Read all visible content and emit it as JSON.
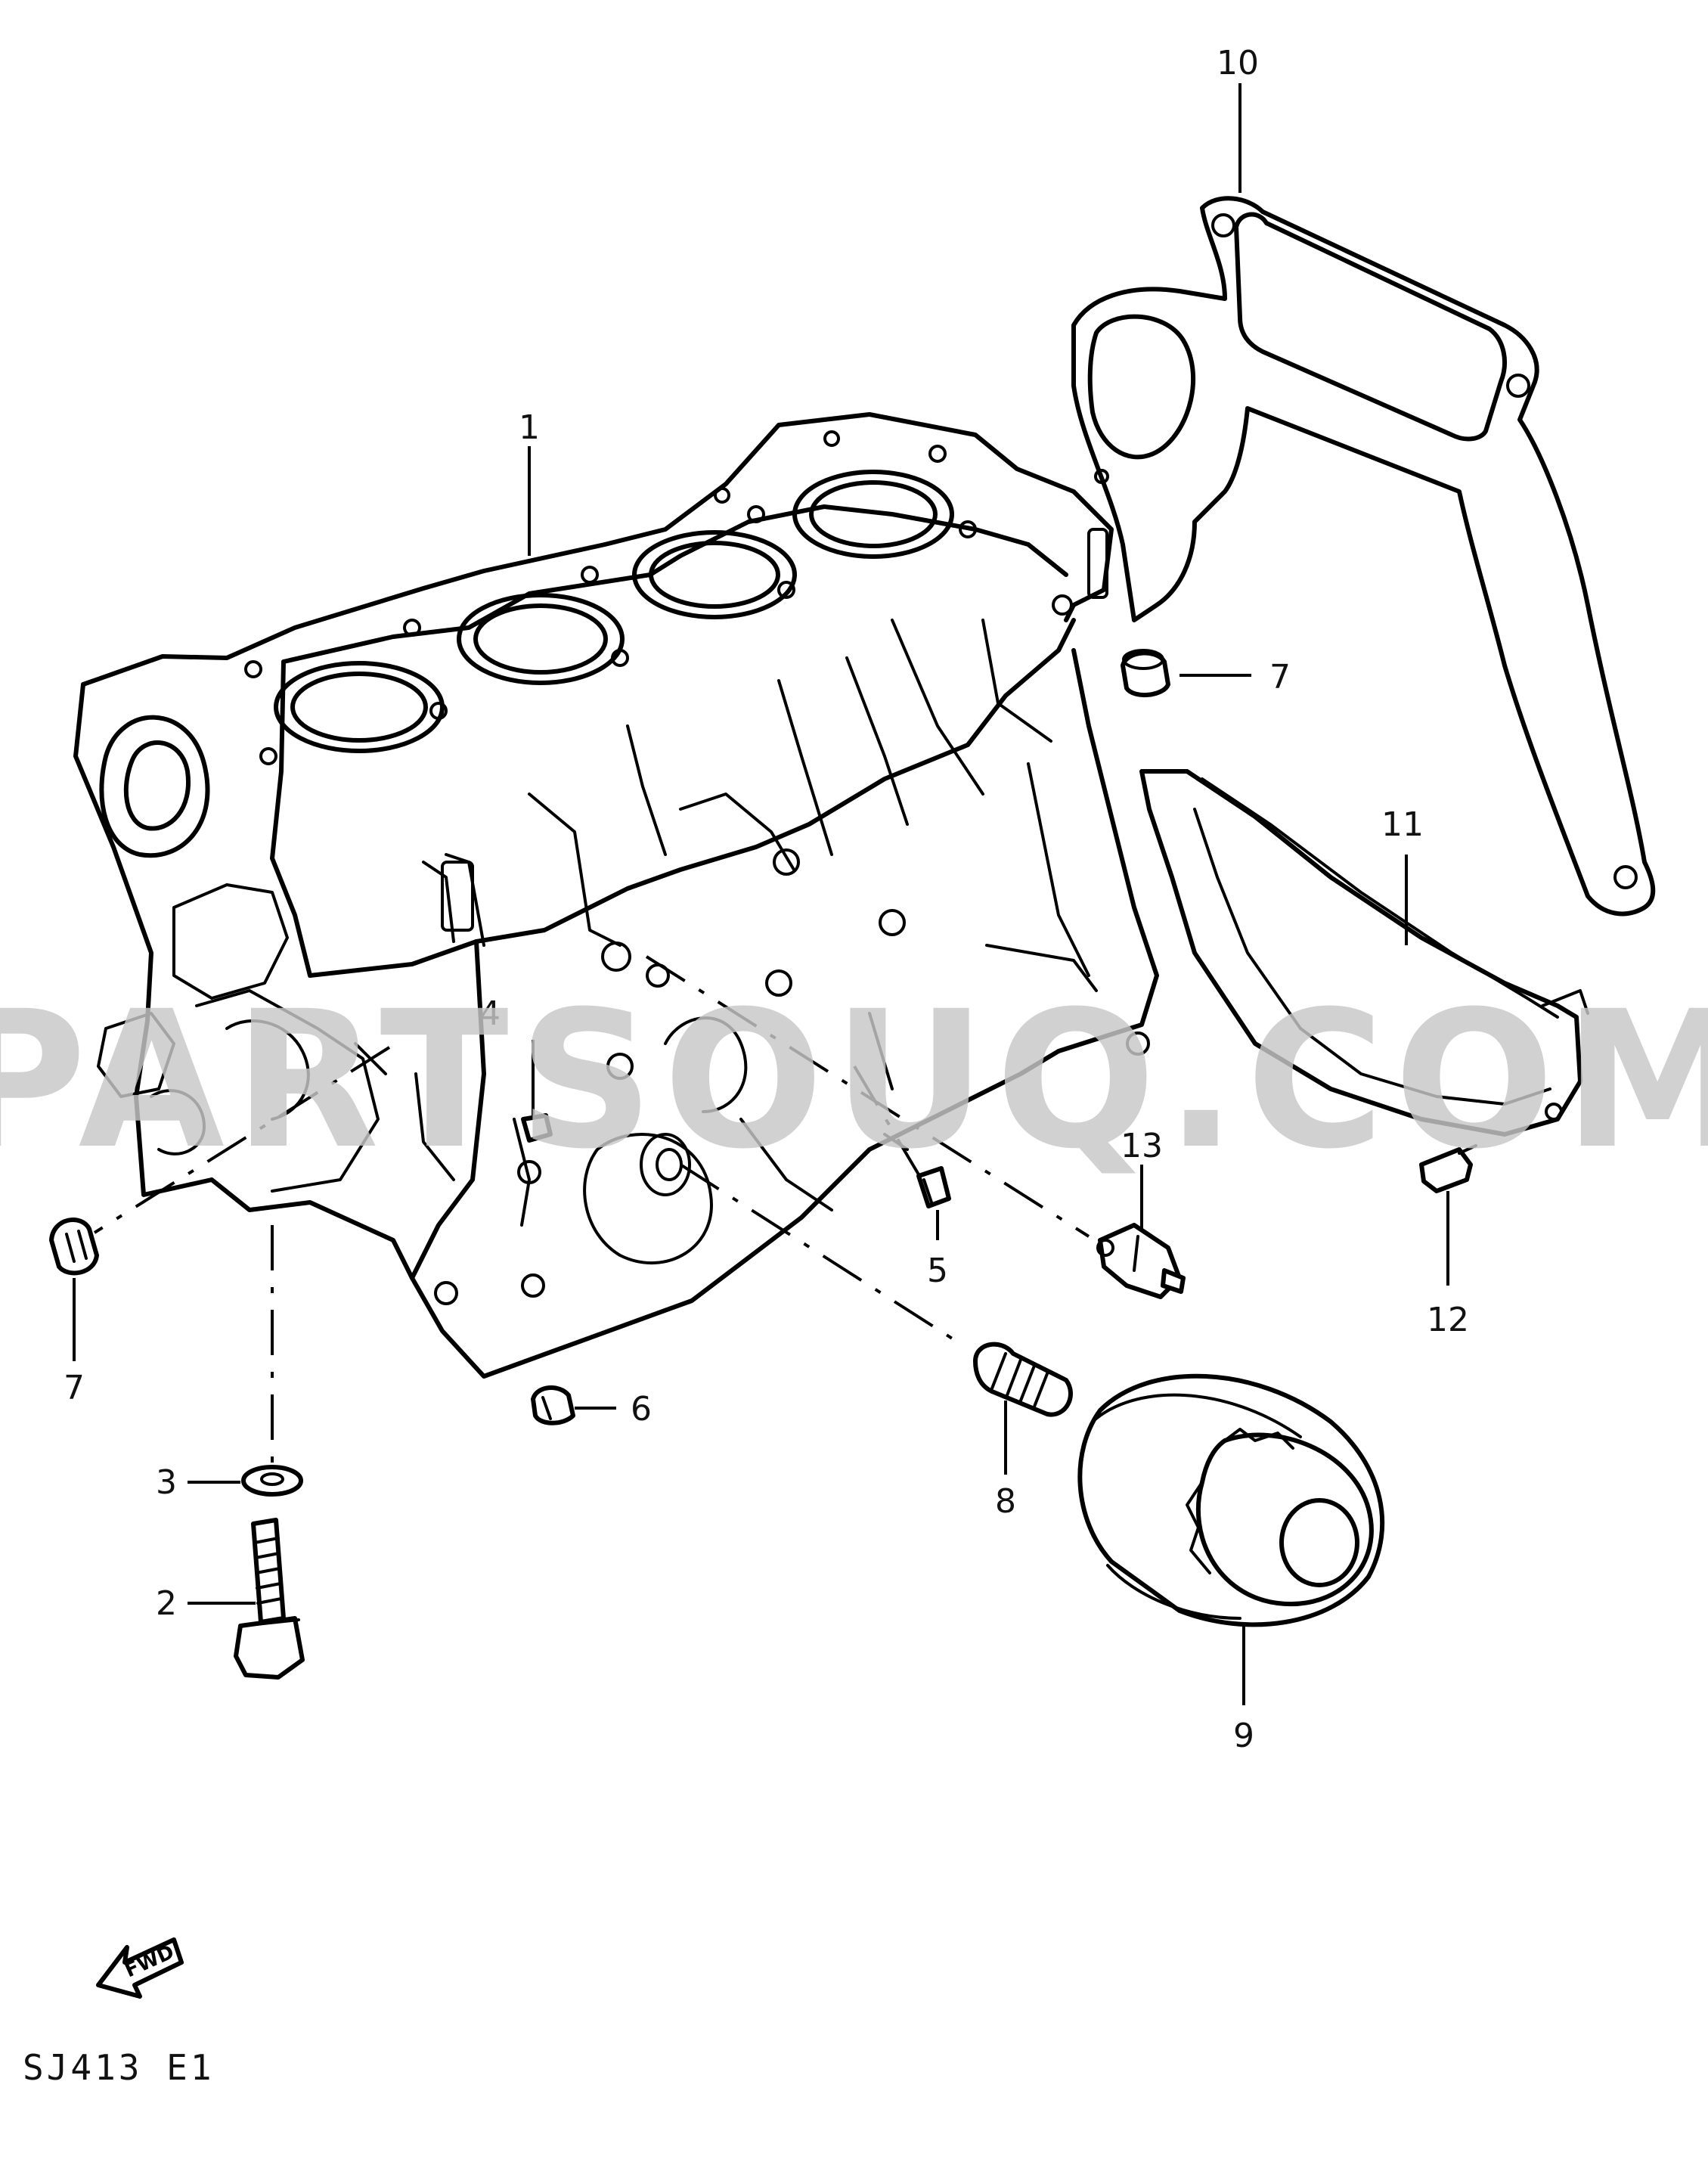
{
  "diagram_code": "SJ413 E1",
  "watermark": "PARTSOUQ.COM",
  "direction_label": "FWD",
  "callouts": [
    {
      "id": "1",
      "label": "1"
    },
    {
      "id": "2",
      "label": "2"
    },
    {
      "id": "3",
      "label": "3"
    },
    {
      "id": "4",
      "label": "4"
    },
    {
      "id": "5",
      "label": "5"
    },
    {
      "id": "6",
      "label": "6"
    },
    {
      "id": "7a",
      "label": "7"
    },
    {
      "id": "7b",
      "label": "7"
    },
    {
      "id": "8",
      "label": "8"
    },
    {
      "id": "9",
      "label": "9"
    },
    {
      "id": "10",
      "label": "10"
    },
    {
      "id": "11",
      "label": "11"
    },
    {
      "id": "12",
      "label": "12"
    },
    {
      "id": "13",
      "label": "13"
    }
  ]
}
